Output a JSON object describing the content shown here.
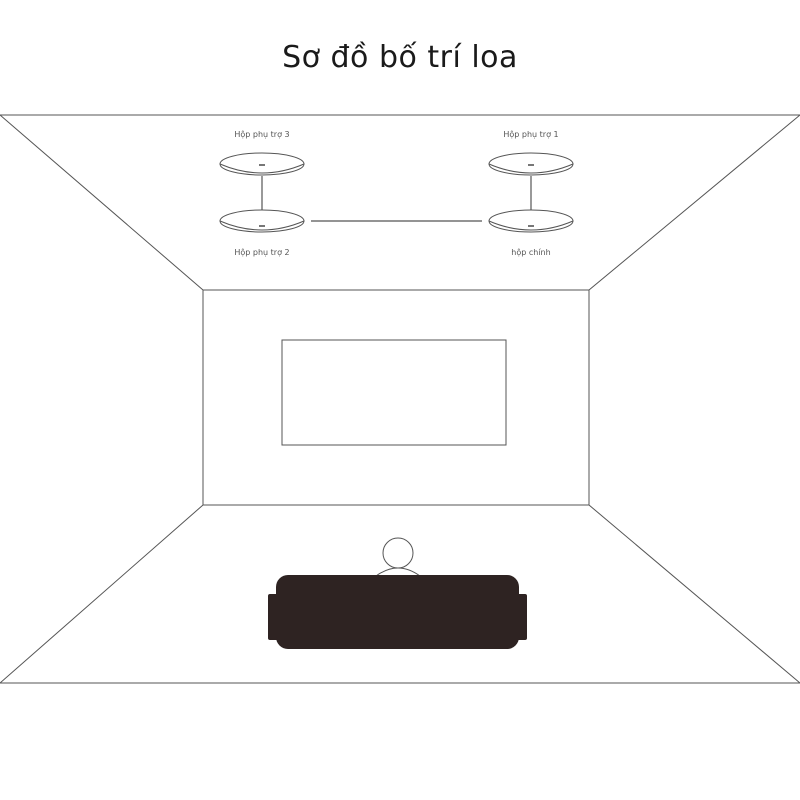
{
  "title": "Sơ đồ bố trí loa",
  "speakers": {
    "sub3": "Hộp phụ trợ 3",
    "sub1": "Hộp phụ trợ 1",
    "sub2": "Hộp phụ trợ 2",
    "main": "hộp chính"
  },
  "colors": {
    "line": "#555555",
    "sofa": "#2e2322",
    "background": "#ffffff"
  }
}
